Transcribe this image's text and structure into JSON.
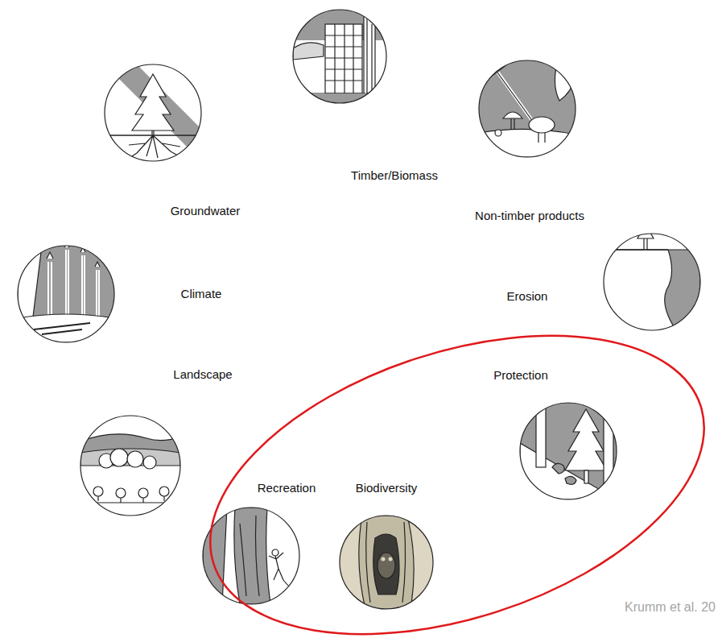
{
  "diagram": {
    "nodes": [
      {
        "text": [
          "Timber/Biomass"
        ]
      },
      {
        "text": [
          "Groundwater"
        ]
      },
      {
        "text": [
          "Non-timber products"
        ]
      },
      {
        "text": [
          "Climate"
        ]
      },
      {
        "text": [
          "Erosion"
        ]
      },
      {
        "text": [
          "Landscape"
        ]
      },
      {
        "text": [
          "Protection"
        ]
      },
      {
        "text": [
          "Recreation"
        ]
      },
      {
        "text": [
          "Biodiversity"
        ]
      }
    ],
    "labels": [
      "Krumm et al. 20"
    ]
  }
}
